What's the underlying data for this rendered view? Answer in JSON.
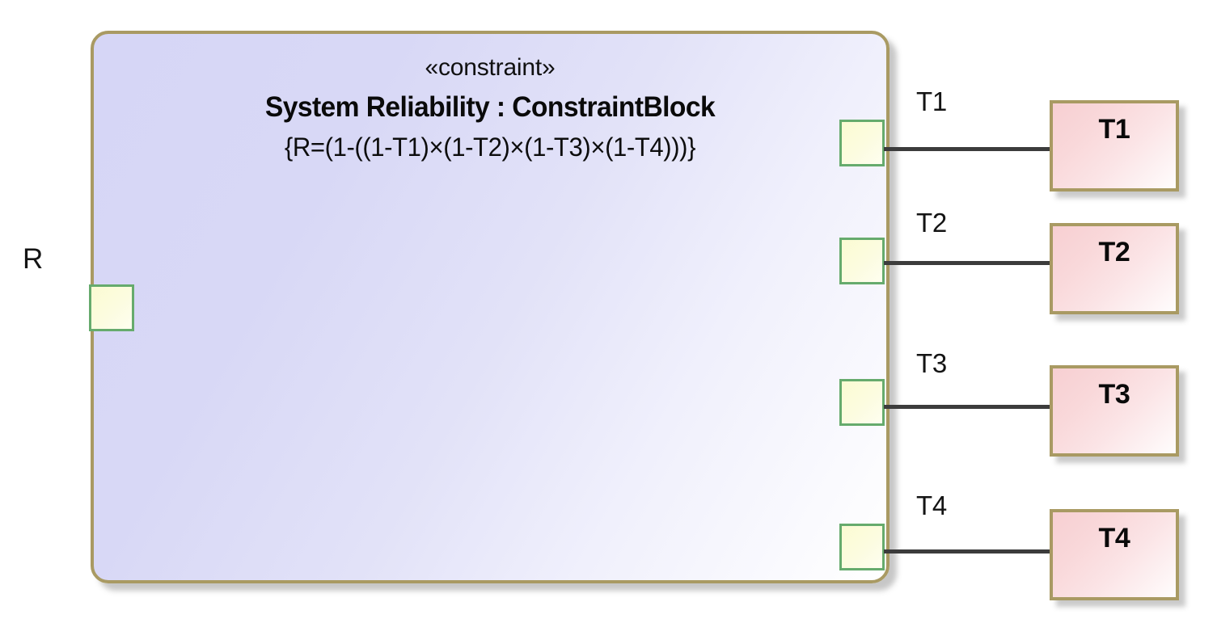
{
  "diagram": {
    "type": "sysml-parametric-constraint-diagram",
    "colors": {
      "block_border": "#a99a63",
      "block_fill_start": "#d6d6f6",
      "block_fill_end": "#ffffff",
      "port_border": "#66ab6d",
      "port_fill": "#fbfbd2",
      "value_box_border": "#a99a63",
      "value_box_fill_start": "#f7cfd2",
      "value_box_fill_end": "#fffdfd",
      "connector_line": "#3c3c3c",
      "background": "#ffffff"
    }
  },
  "constraint_block": {
    "stereotype": "«constraint»",
    "title": "System Reliability : ConstraintBlock",
    "constraint_expression": "{R=(1-((1-T1)×(1-T2)×(1-T3)×(1-T4)))}"
  },
  "output_port": {
    "label": "R",
    "name": "R"
  },
  "input_ports": [
    {
      "label": "T1"
    },
    {
      "label": "T2"
    },
    {
      "label": "T3"
    },
    {
      "label": "T4"
    }
  ],
  "connectors": [
    {
      "label": "T1"
    },
    {
      "label": "T2"
    },
    {
      "label": "T3"
    },
    {
      "label": "T4"
    }
  ],
  "value_boxes": [
    {
      "label": "T1"
    },
    {
      "label": "T2"
    },
    {
      "label": "T3"
    },
    {
      "label": "T4"
    }
  ]
}
